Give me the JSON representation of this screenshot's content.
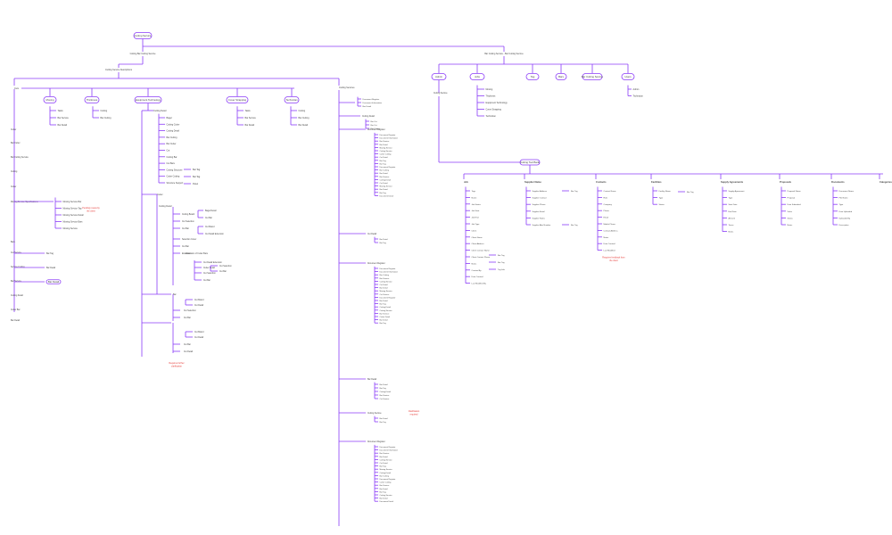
{
  "colors": {
    "line": "#8b3cf7",
    "text": "#444444",
    "note": "#e53935",
    "pill_fill": "#ffffff"
  },
  "root": {
    "label": "Cutting Service"
  },
  "top_branches": [
    "Cutting Bar Cutting Service",
    "Bar Cutting Service - Bar Cutting Service"
  ],
  "left": {
    "label": "Cutting Service Descriptions",
    "spine": "Cuts",
    "pills": [
      "Moving",
      "Thickness",
      "Equipment Technology",
      "Cover Strapping",
      "Technician"
    ],
    "moving_items": [
      "Tasks",
      "Bar Service",
      "Bar Detail"
    ],
    "thickness_items": [
      "Cutting",
      "Bar Cutting"
    ],
    "equip_header": "Cutting Detail",
    "equip_items": [
      "Bagel",
      "Cutting Cutter",
      "Cutting Detail",
      "Bar Cutting",
      "Bar Cutter",
      "Cut",
      "Cutting Bar",
      "Cut Bars",
      "Cutting Structure",
      "Cutter Cutting",
      "Structure Support"
    ],
    "equip_tags": [
      "Bar Tag",
      "Bar Tag",
      "Panel"
    ],
    "cover_items": [
      "Tasks",
      "Bar Service",
      "Bar Detail"
    ],
    "tech_items": [
      "Cutting",
      "Bar Cutting",
      "Bar Detail"
    ],
    "equip_sub": [
      "Cutting Board",
      "Cut Selection",
      "Cut Bar",
      "Selection Cover",
      "Cut Bar",
      "Extension",
      "Cut Board",
      "Cut Detail",
      "Extension of Cutter Bars"
    ],
    "equip_sub_deep": [
      "Bagel Detail",
      "Cut Bar",
      "Cut Board",
      "Cut Detail Extension",
      "Cutter Detail",
      "Cut Selection",
      "Cut Bar"
    ],
    "equip_lower": [
      "Cut Board",
      "Cut Detail",
      "Cut Selection",
      "Cut Bar",
      "Cut Detail"
    ],
    "equip_note": "Requires further clarification",
    "left_column": [
      "Cutter",
      "Bar Cutter",
      "Bar Cutting Service",
      "Cutting",
      "Cutter",
      "Moving Service Specifications",
      "Bars",
      "Cut Service",
      "Service Cutting",
      "Bar Service",
      "Cutting Detail",
      "Cutter Bar",
      "Bar Detail"
    ],
    "moving_spec_items": [
      "Moving Service Bar",
      "Moving Service Tag",
      "Moving Service Detail",
      "Moving Service Bars",
      "Moving Service",
      "Bar Service"
    ],
    "moving_spec_note": "Pending review by the client",
    "left_bottom_tags": [
      "Bar Tag",
      "Bar Detail",
      "Bar Detail"
    ]
  },
  "mid": {
    "label": "Cutting Services",
    "top_items": [
      "Document Register",
      "Document Information",
      "Bar Detail"
    ],
    "groups": [
      {
        "label": "Cutting Detail",
        "items": [
          "Bar Cut",
          "Bar Cut",
          "Bar Cutting"
        ]
      },
      {
        "label": "Document Register",
        "items": [
          "Document Register",
          "Document Information",
          "Bar Service",
          "Bar Detail",
          "Moving Service",
          "Cutting Service",
          "Cutter Cutting",
          "Cut Detail",
          "Bar Tag",
          "Bar Tag",
          "Document Register",
          "Bar Cutting",
          "Bar Detail",
          "Bar Service",
          "Cutting Detail",
          "Cut Detail",
          "Moving Service",
          "Bar Detail",
          "Bar Tag",
          "Document Detail"
        ]
      },
      {
        "label": "Cut Detail",
        "items": [
          "Bar Detail",
          "Bar Tag"
        ]
      },
      {
        "label": "Document Register",
        "items": [
          "Document Register",
          "Document Information",
          "Bar Cutting",
          "Bar Service",
          "Cutting Service",
          "Cut Detail",
          "Bar Detail",
          "Moving Service",
          "Cut Service",
          "Document Register",
          "Bar Detail",
          "Bar Tag",
          "Cutting Detail",
          "Cutting Service",
          "Bar Service",
          "Cutter Detail",
          "Bar Detail",
          "Bar Tag"
        ]
      },
      {
        "label": "Bar Detail",
        "items": [
          "Bar Detail",
          "Bar Tag",
          "Cutting Detail",
          "Bar Service",
          "Cut Service"
        ]
      },
      {
        "label": "Cutting Service",
        "items": [
          "Bar Detail",
          "Bar Tag"
        ],
        "note": "Clarification required"
      },
      {
        "label": "Document Register",
        "items": [
          "Document Register",
          "Document Information",
          "Bar Service",
          "Bar Detail",
          "Cutting Service",
          "Cut Detail",
          "Bar Tag",
          "Moving Service",
          "Cutting Detail",
          "Bar Cutting",
          "Document Register",
          "Cutter Cutting",
          "Bar Service",
          "Bar Detail",
          "Bar Tag",
          "Cutting Service",
          "Bar Detail",
          "Document Detail"
        ]
      }
    ]
  },
  "right": {
    "pills": [
      "Admin",
      "Jobs",
      "Tag",
      "Bars",
      "Bar Cutting Service",
      "Users"
    ],
    "admin_child": "Cutting Service",
    "jobs_items": [
      "Moving",
      "Thickness",
      "Equipment Technology",
      "Cover Strapping",
      "Technician"
    ],
    "users_items": [
      "Admin",
      "Technician"
    ],
    "hub": "Cutting Tool Bank",
    "columns": [
      {
        "title": "Job",
        "items": [
          "Tags",
          "Name",
          "Job Status",
          "Job Start",
          "Job End",
          "Job Type",
          "Client",
          "Client Name",
          "Client Address",
          "Client Contact Name",
          "Client Contact Phone",
          "Notes",
          "Created By",
          "Date Created",
          "Last Modified By"
        ],
        "tags": [
          "Bar Tag",
          "Bar Tag",
          "Tag Info"
        ]
      },
      {
        "title": "Supplier Name",
        "items": [
          "Supplier Address",
          "Supplier Contact",
          "Supplier Phone",
          "Supplier Email",
          "Supplier Notes",
          "Supplier Abn Number"
        ],
        "tags": [
          "Bar Tag",
          "Bar Tag"
        ]
      },
      {
        "title": "Contacts",
        "items": [
          "Contact Name",
          "Role",
          "Company",
          "Phone",
          "Email",
          "Mobile Phone",
          "Contact Address",
          "Notes",
          "Date Created",
          "Last Modified"
        ],
        "note": "Requires feedback from the client"
      },
      {
        "title": "Facilities",
        "items": [
          "Facility Name",
          "Type",
          "Status"
        ],
        "tags": [
          "Bar Tag"
        ]
      },
      {
        "title": "Supply Agreements",
        "items": [
          "Supply Agreement",
          "Type",
          "Start Date",
          "End Date",
          "Amount",
          "Terms",
          "Notes"
        ]
      },
      {
        "title": "Proposals",
        "items": [
          "Proposal Name",
          "Proposal",
          "Date Submitted",
          "Value",
          "Status",
          "Notes"
        ]
      },
      {
        "title": "Documents",
        "items": [
          "Document Name",
          "File Name",
          "Type",
          "Date Uploaded",
          "Uploaded By",
          "Description"
        ]
      },
      {
        "title": "Categories",
        "items": []
      }
    ]
  }
}
